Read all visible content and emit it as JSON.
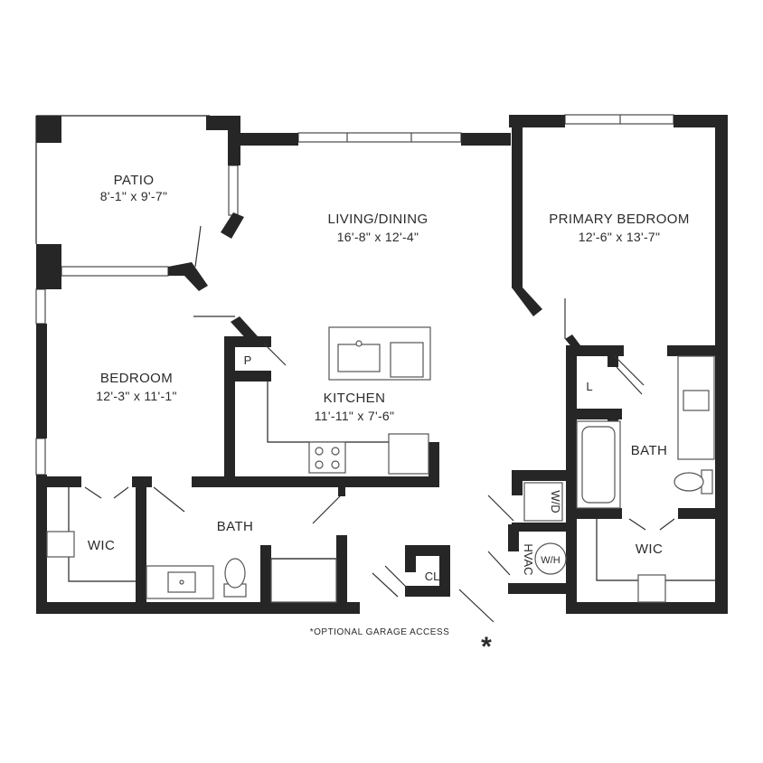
{
  "rooms": {
    "patio": {
      "name": "PATIO",
      "dims": "8'-1\" x 9'-7\""
    },
    "living": {
      "name": "LIVING/DINING",
      "dims": "16'-8\" x 12'-4\""
    },
    "primary": {
      "name": "PRIMARY BEDROOM",
      "dims": "12'-6\" x 13'-7\""
    },
    "bedroom": {
      "name": "BEDROOM",
      "dims": "12'-3\" x 11'-1\""
    },
    "kitchen": {
      "name": "KITCHEN",
      "dims": "11'-11\" x 7'-6\""
    },
    "bath1": {
      "name": "BATH"
    },
    "bath2": {
      "name": "BATH"
    },
    "wic1": {
      "name": "WIC"
    },
    "wic2": {
      "name": "WIC"
    }
  },
  "labels": {
    "pantry": "P",
    "linen": "L",
    "closet": "CL",
    "washer_dryer": "W/D",
    "water_heater": "W/H",
    "hvac": "HVAC"
  },
  "note": "*OPTIONAL GARAGE ACCESS",
  "marker": "*"
}
